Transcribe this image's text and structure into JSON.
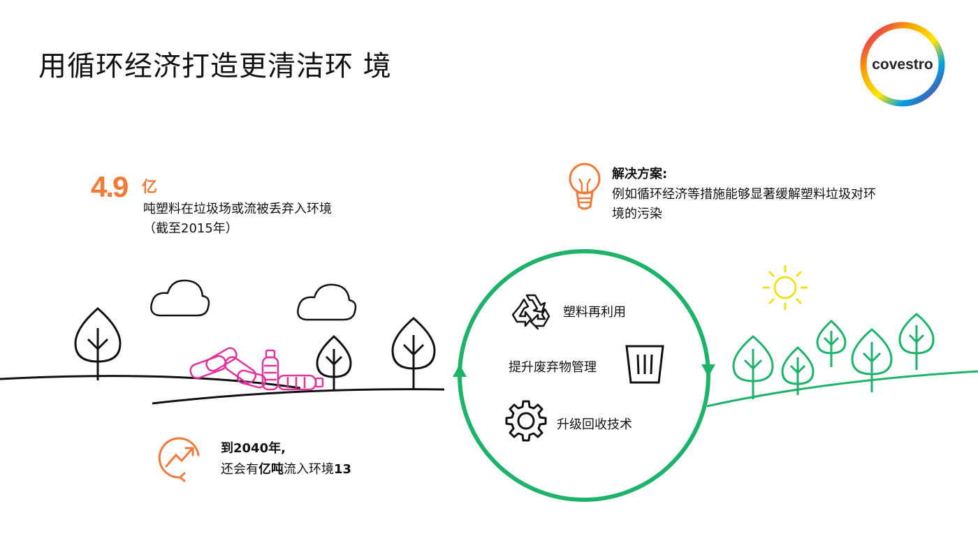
{
  "page": {
    "title": "用循环经济打造更清洁环 境",
    "logo_text": "covestro"
  },
  "stat": {
    "number": "4.9",
    "unit": "亿",
    "line1": "吨塑料在垃圾场或流被丢弃入环境",
    "line2": "（截至2015年）"
  },
  "solution": {
    "title": "解决方案:",
    "line1": "例如循环经济等措施能够显著缓解塑料垃圾对环",
    "line2": "境的污染"
  },
  "cycle": {
    "item1": "塑料再利用",
    "item2": "提升废弃物管理",
    "item3": "升级回收技术"
  },
  "forecast": {
    "line1_bold": "到2040年,",
    "line2_pre": "还会有",
    "line2_bold": "亿吨",
    "line2_post": "流入环境",
    "line2_num": "13"
  },
  "icons": {
    "lightbulb": "lightbulb-icon",
    "trend": "trend-up-icon",
    "recycle": "recycle-icon",
    "bin": "trash-bin-icon",
    "gear": "gear-icon",
    "sun": "sun-icon"
  },
  "colors": {
    "orange": "#f07a3a",
    "green": "#1db36b",
    "magenta": "#e0349a",
    "yellow": "#f2e21e",
    "dark": "#111111"
  }
}
